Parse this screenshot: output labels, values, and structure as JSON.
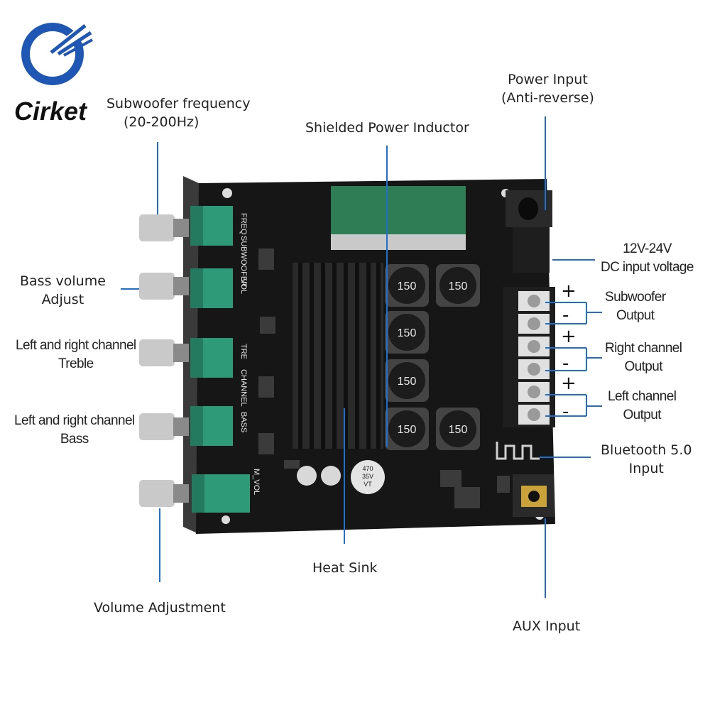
{
  "brand": {
    "name": "Cirket"
  },
  "labels": {
    "subwoofer_frequency": [
      "Subwoofer frequency",
      "(20-200Hz)"
    ],
    "shielded_power_inductor": "Shielded Power Inductor",
    "power_input": [
      "Power Input",
      "(Anti-reverse)"
    ],
    "dc_input_voltage": [
      "12V-24V",
      "DC input voltage"
    ],
    "subwoofer_output": [
      "Subwoofer",
      "Output"
    ],
    "right_channel_output": [
      "Right channel",
      "Output"
    ],
    "left_channel_output": [
      "Left channel",
      "Output"
    ],
    "bluetooth_input": [
      "Bluetooth 5.0",
      "Input"
    ],
    "aux_input": "AUX Input",
    "heat_sink": "Heat Sink",
    "volume_adjustment": "Volume Adjustment",
    "bass_volume_adjust": [
      "Bass volume",
      "Adjust"
    ],
    "lr_treble": [
      "Left and right channel",
      "Treble"
    ],
    "lr_bass": [
      "Left and right channel",
      "Bass"
    ]
  },
  "terminal_polarity": [
    "+",
    "-",
    "+",
    "-",
    "+",
    "-"
  ],
  "board_silkscreen": {
    "knob_labels": [
      "FREQ",
      "SUBWOOFER",
      "VOL",
      "TRE",
      "CHANNEL",
      "BASS",
      "M_VOL"
    ],
    "inductor_value": "150",
    "capacitor_text": [
      "470",
      "35V",
      "VT"
    ]
  },
  "colors": {
    "accent_line": "#1f6fd0",
    "board": "#161616",
    "potentiometer": "#2f9a78",
    "capacitor": "#2e7d55"
  }
}
